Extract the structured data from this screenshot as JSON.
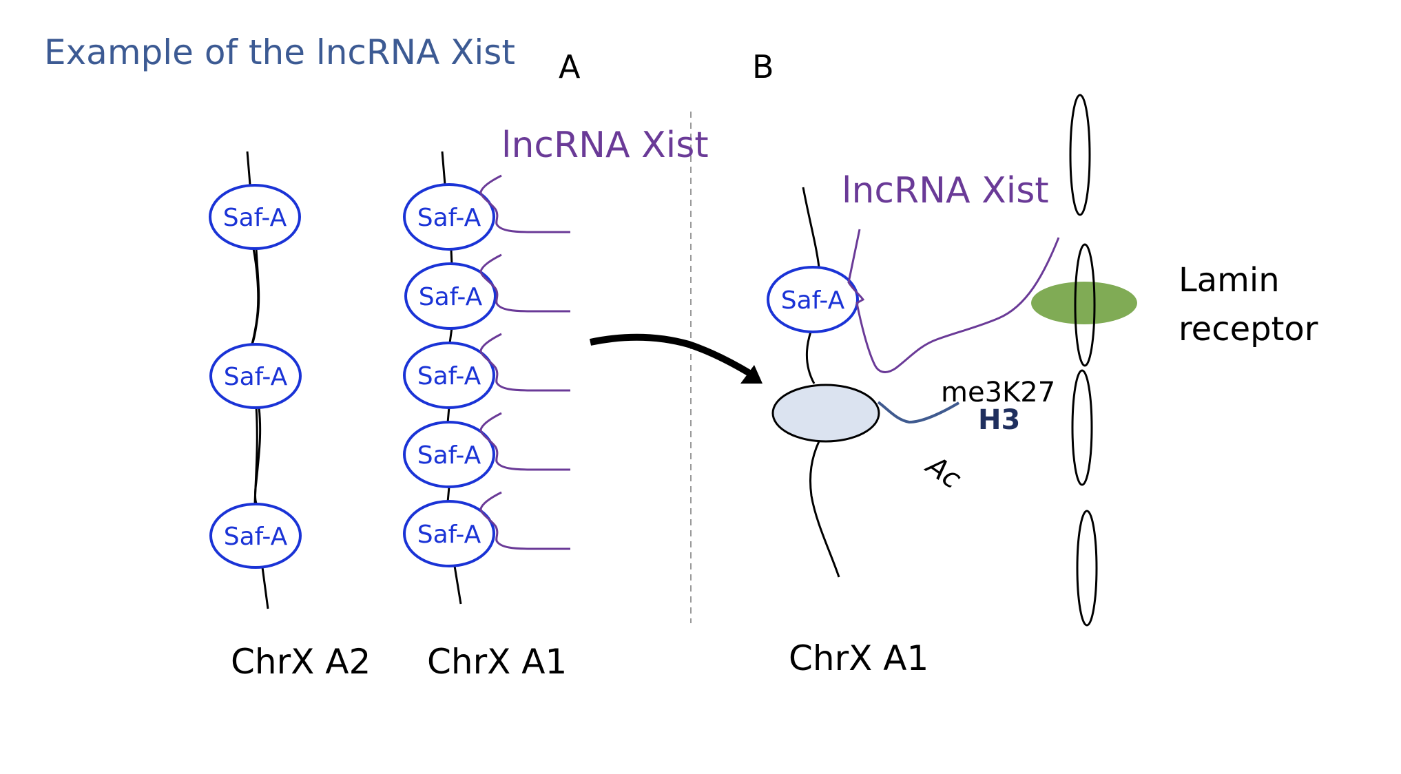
{
  "title": "Example of the lncRNA Xist",
  "colors": {
    "title": "#3c5a93",
    "saf_stroke": "#1a33d6",
    "saf_text": "#1a33d6",
    "rna": "#6a3a97",
    "chromatin": "#000000",
    "histone_fill": "#dbe3f0",
    "histone_tail": "#3f5a8f",
    "h3_text": "#1f2f5e",
    "lamin_receptor": "#80ab55",
    "divider": "#999999"
  },
  "panels": {
    "a": {
      "letter": "A",
      "rna_label": "lncRNA Xist",
      "chromosomes": [
        {
          "label": "ChrX A2",
          "saf_labels": [
            "Saf-A",
            "Saf-A",
            "Saf-A"
          ]
        },
        {
          "label": "ChrX A1",
          "saf_labels": [
            "Saf-A",
            "Saf-A",
            "Saf-A",
            "Saf-A",
            "Saf-A"
          ]
        }
      ]
    },
    "b": {
      "letter": "B",
      "rna_label": "lncRNA Xist",
      "saf_label": "Saf-A",
      "histone_mark": "me3K27",
      "histone_name": "H3",
      "acetyl_label": "Ac",
      "lamin_label_line1": "Lamin",
      "lamin_label_line2": "receptor",
      "chromosome_label": "ChrX A1"
    }
  }
}
